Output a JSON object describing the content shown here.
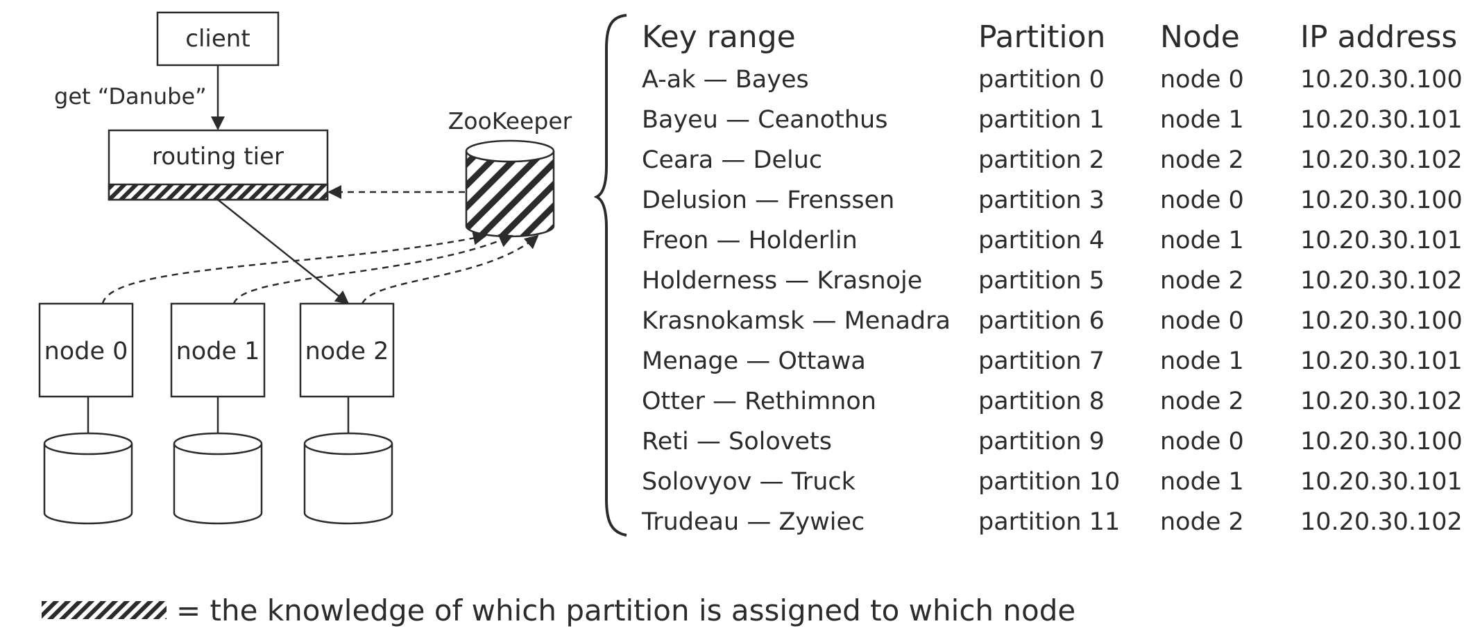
{
  "diagram": {
    "client_label": "client",
    "request_label": "get “Danube”",
    "routing_label": "routing tier",
    "zookeeper_label": "ZooKeeper",
    "nodes": [
      {
        "label": "node 0"
      },
      {
        "label": "node 1"
      },
      {
        "label": "node 2"
      }
    ]
  },
  "table": {
    "headers": [
      "Key range",
      "Partition",
      "Node",
      "IP address"
    ],
    "rows": [
      {
        "key_range": "A-ak — Bayes",
        "partition": "partition 0",
        "node": "node 0",
        "ip": "10.20.30.100"
      },
      {
        "key_range": "Bayeu — Ceanothus",
        "partition": "partition 1",
        "node": "node 1",
        "ip": "10.20.30.101"
      },
      {
        "key_range": "Ceara — Deluc",
        "partition": "partition 2",
        "node": "node 2",
        "ip": "10.20.30.102"
      },
      {
        "key_range": "Delusion — Frenssen",
        "partition": "partition 3",
        "node": "node 0",
        "ip": "10.20.30.100"
      },
      {
        "key_range": "Freon — Holderlin",
        "partition": "partition 4",
        "node": "node 1",
        "ip": "10.20.30.101"
      },
      {
        "key_range": "Holderness — Krasnoje",
        "partition": "partition 5",
        "node": "node 2",
        "ip": "10.20.30.102"
      },
      {
        "key_range": "Krasnokamsk — Menadra",
        "partition": "partition 6",
        "node": "node 0",
        "ip": "10.20.30.100"
      },
      {
        "key_range": "Menage — Ottawa",
        "partition": "partition 7",
        "node": "node 1",
        "ip": "10.20.30.101"
      },
      {
        "key_range": "Otter — Rethimnon",
        "partition": "partition 8",
        "node": "node 2",
        "ip": "10.20.30.102"
      },
      {
        "key_range": "Reti — Solovets",
        "partition": "partition 9",
        "node": "node 0",
        "ip": "10.20.30.100"
      },
      {
        "key_range": "Solovyov — Truck",
        "partition": "partition 10",
        "node": "node 1",
        "ip": "10.20.30.101"
      },
      {
        "key_range": "Trudeau — Zywiec",
        "partition": "partition 11",
        "node": "node 2",
        "ip": "10.20.30.102"
      }
    ]
  },
  "legend": {
    "text": "= the knowledge of which partition is assigned to which node"
  },
  "colors": {
    "ink": "#2b2b2b",
    "background": "#ffffff"
  }
}
